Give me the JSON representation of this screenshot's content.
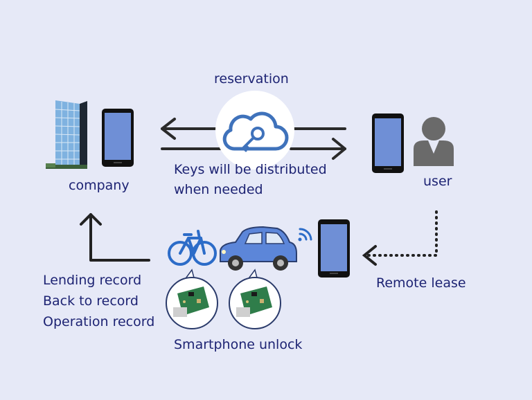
{
  "labels": {
    "reservation": "reservation",
    "keys_line1": "Keys will be distributed",
    "keys_line2": "when needed",
    "company": "company",
    "user": "user",
    "remote_lease": "Remote lease",
    "record1": "Lending record",
    "record2": "Back to record",
    "record3": "Operation record",
    "smartphone_unlock": "Smartphone unlock"
  },
  "icons": {
    "building": "building-icon",
    "company_phone": "smartphone-icon",
    "cloud_key": "cloud-key-icon",
    "user_phone": "smartphone-icon",
    "user": "user-icon",
    "bicycle": "bicycle-icon",
    "car": "car-icon",
    "wifi": "wifi-icon",
    "lease_phone": "smartphone-icon",
    "board": "circuit-board-icon"
  },
  "colors": {
    "background": "#e6e9f7",
    "text": "#1d2373",
    "phone_screen": "#6f8fd6",
    "cloud_key": "#3f72bb",
    "arrow": "#2a2a2a",
    "car_body": "#5c86d9",
    "bike": "#2c6cc8",
    "user": "#6a6a6a"
  }
}
